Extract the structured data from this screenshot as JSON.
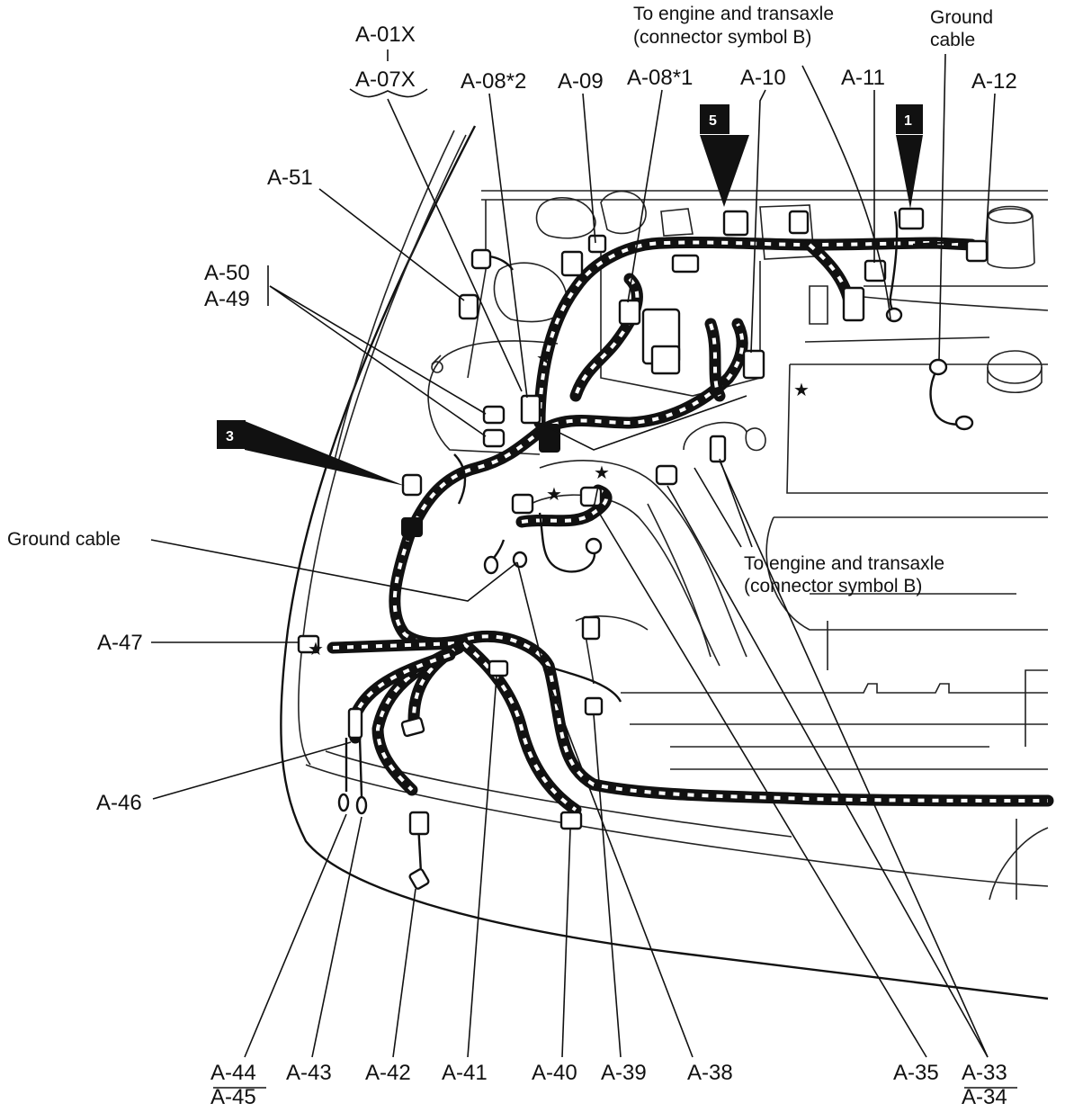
{
  "labels": {
    "a01x": "A-01X",
    "a07x": "A-07X",
    "a08_2": "A-08*2",
    "a09": "A-09",
    "a08_1": "A-08*1",
    "a10": "A-10",
    "a11": "A-11",
    "a12": "A-12",
    "a51": "A-51",
    "a50": "A-50",
    "a49": "A-49",
    "a47": "A-47",
    "a46": "A-46",
    "a44": "A-44",
    "a45": "A-45",
    "a43": "A-43",
    "a42": "A-42",
    "a41": "A-41",
    "a40": "A-40",
    "a39": "A-39",
    "a38": "A-38",
    "a35": "A-35",
    "a33": "A-33",
    "a34": "A-34"
  },
  "notes": {
    "to_engine_top_1": "To engine and transaxle",
    "to_engine_top_2": "(connector symbol B)",
    "ground_cable_top_1": "Ground",
    "ground_cable_top_2": "cable",
    "ground_cable_left": "Ground cable",
    "to_engine_mid_1": "To engine and transaxle",
    "to_engine_mid_2": "(connector symbol B)"
  },
  "badges": {
    "b5": "5",
    "b1": "1",
    "b3": "3"
  },
  "star_glyph": "★"
}
